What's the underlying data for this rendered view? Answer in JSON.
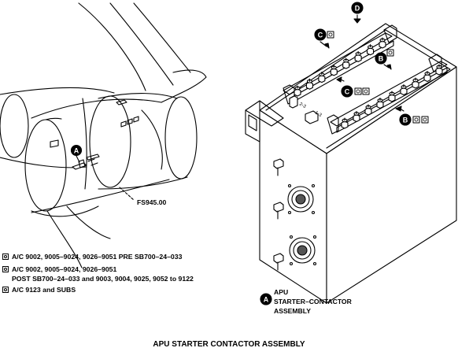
{
  "figure": {
    "title": "APU STARTER CONTACTOR ASSEMBLY",
    "station_label": "FS945.00",
    "callout_a_caption": [
      "APU",
      "STARTER–CONTACTOR",
      "ASSEMBLY"
    ],
    "detail_callouts": [
      "A",
      "B",
      "C",
      "D"
    ],
    "terminal_marks": [
      "2-3",
      "1-3"
    ]
  },
  "effectivity": [
    {
      "icon": "1",
      "text": "A/C 9002, 9005–9024, 9026–9051 PRE SB700–24–033"
    },
    {
      "icon": "2",
      "text": "A/C 9002, 9005–9024, 9026–9051"
    },
    {
      "icon": "",
      "text": "POST SB700–24–033 and 9003, 9004, 9025, 9052 to 9122"
    },
    {
      "icon": "3",
      "text": "A/C 9123 and SUBS"
    }
  ],
  "icons": {
    "callout": "circled-letter-icon",
    "effectivity": "effectivity-box-icon",
    "arrow": "direction-arrow-icon"
  }
}
